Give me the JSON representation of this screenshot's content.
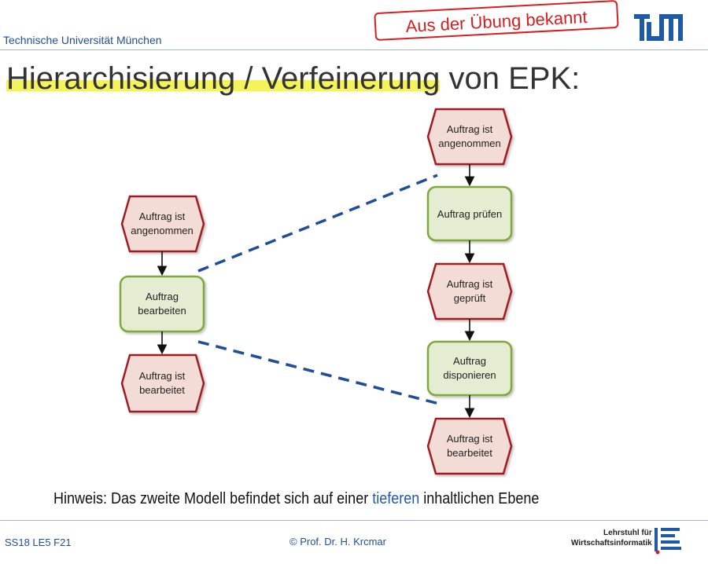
{
  "header": {
    "university": "Technische Universität München",
    "stamp": "Aus der Übung bekannt",
    "logo": "TUM"
  },
  "title": {
    "part1": "Hierarchisierung / Verfeinerung",
    "part2": " von EPK:"
  },
  "left_model": {
    "nodes": [
      {
        "type": "event",
        "lines": [
          "Auftrag ist",
          "angenommen"
        ]
      },
      {
        "type": "function",
        "lines": [
          "Auftrag",
          "bearbeiten"
        ]
      },
      {
        "type": "event",
        "lines": [
          "Auftrag ist",
          "bearbeitet"
        ]
      }
    ]
  },
  "right_model": {
    "nodes": [
      {
        "type": "event",
        "lines": [
          "Auftrag ist",
          "angenommen"
        ]
      },
      {
        "type": "function",
        "lines": [
          "Auftrag prüfen"
        ]
      },
      {
        "type": "event",
        "lines": [
          "Auftrag ist",
          "geprüft"
        ]
      },
      {
        "type": "function",
        "lines": [
          "Auftrag",
          "disponieren"
        ]
      },
      {
        "type": "event",
        "lines": [
          "Auftrag ist",
          "bearbeitet"
        ]
      }
    ]
  },
  "hint": {
    "before": "Hinweis: Das zweite Modell befindet sich auf einer ",
    "emph": "tieferen",
    "after": " inhaltlichen Ebene"
  },
  "footer": {
    "left": "SS18 LE5 F21",
    "center": "© Prof. Dr. H. Krcmar",
    "chair_line1": "Lehrstuhl für",
    "chair_line2": "Wirtschaftsinformatik"
  },
  "colors": {
    "event_fill": "#f3dcd6",
    "event_stroke": "#a01e24",
    "function_fill": "#e4ecd2",
    "function_stroke": "#7faa3a",
    "dashed_line": "#1f4e9c",
    "highlight": "#f4f45a"
  }
}
